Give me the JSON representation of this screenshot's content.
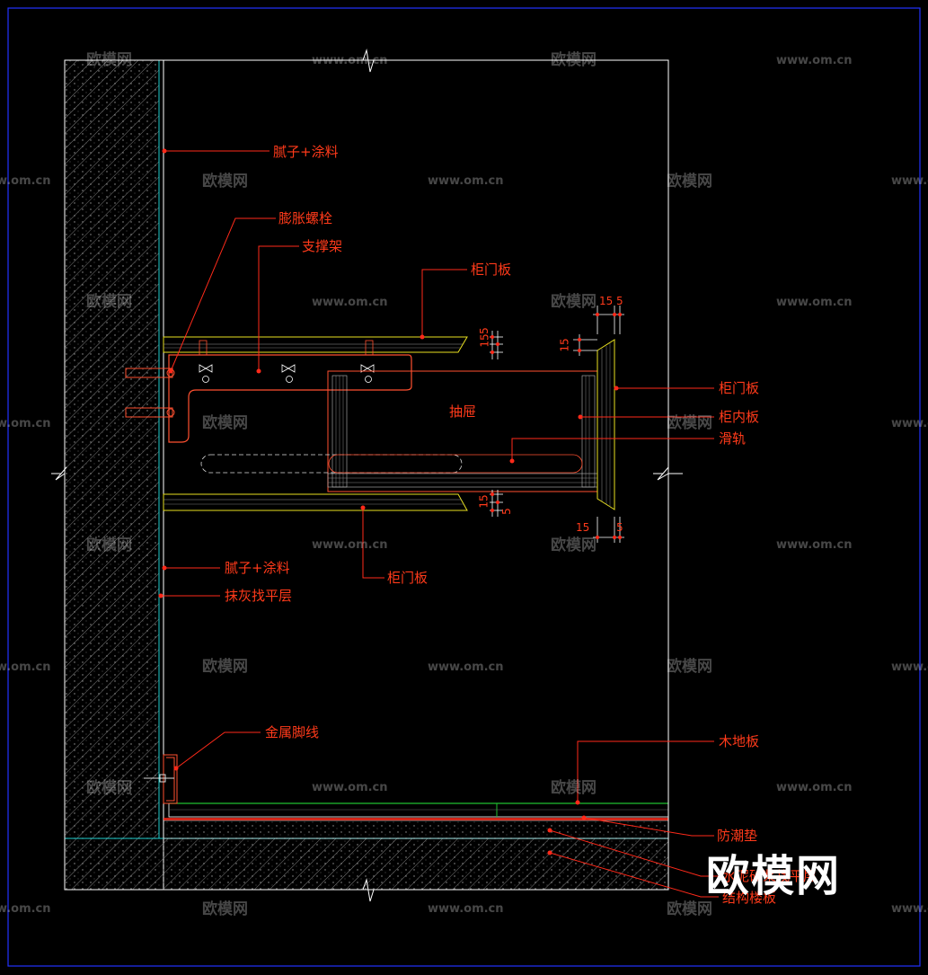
{
  "colors": {
    "background": "#000000",
    "label": "#ff3a1a",
    "leader": "#ff2a1a",
    "outline": "#ffffff",
    "hatch": "#b8b8b8",
    "dimension": "#ffffff",
    "yellow": "#e8e020",
    "green": "#20c030",
    "cyan": "#20d0d0",
    "border": "#1a2aff"
  },
  "labels": {
    "putty_top": "腻子+涂料",
    "expansion_bolt": "膨胀螺栓",
    "support_frame": "支撑架",
    "door_panel_top": "柜门板",
    "door_panel_right": "柜门板",
    "inner_panel": "柜内板",
    "slide_rail": "滑轨",
    "drawer": "抽屉",
    "door_panel_bottom": "柜门板",
    "putty_mid": "腻子+涂料",
    "plaster_layer": "抹灰找平层",
    "metal_skirting": "金属脚线",
    "wood_floor": "木地板",
    "moisture_pad": "防潮垫",
    "leveling_layer": "水泥砂浆找平层",
    "floor_slab": "结构楼板"
  },
  "dimensions": {
    "top_15": "15",
    "top_5": "5",
    "door_top_15": "15",
    "door_top_5": "5",
    "left_15": "15",
    "bot_15": "15",
    "bot_5": "5",
    "door_bot_15": "15",
    "door_bot_5": "5"
  },
  "watermark": {
    "brand": "欧模网",
    "url": "www.om.cn",
    "logo": "欧模网"
  }
}
